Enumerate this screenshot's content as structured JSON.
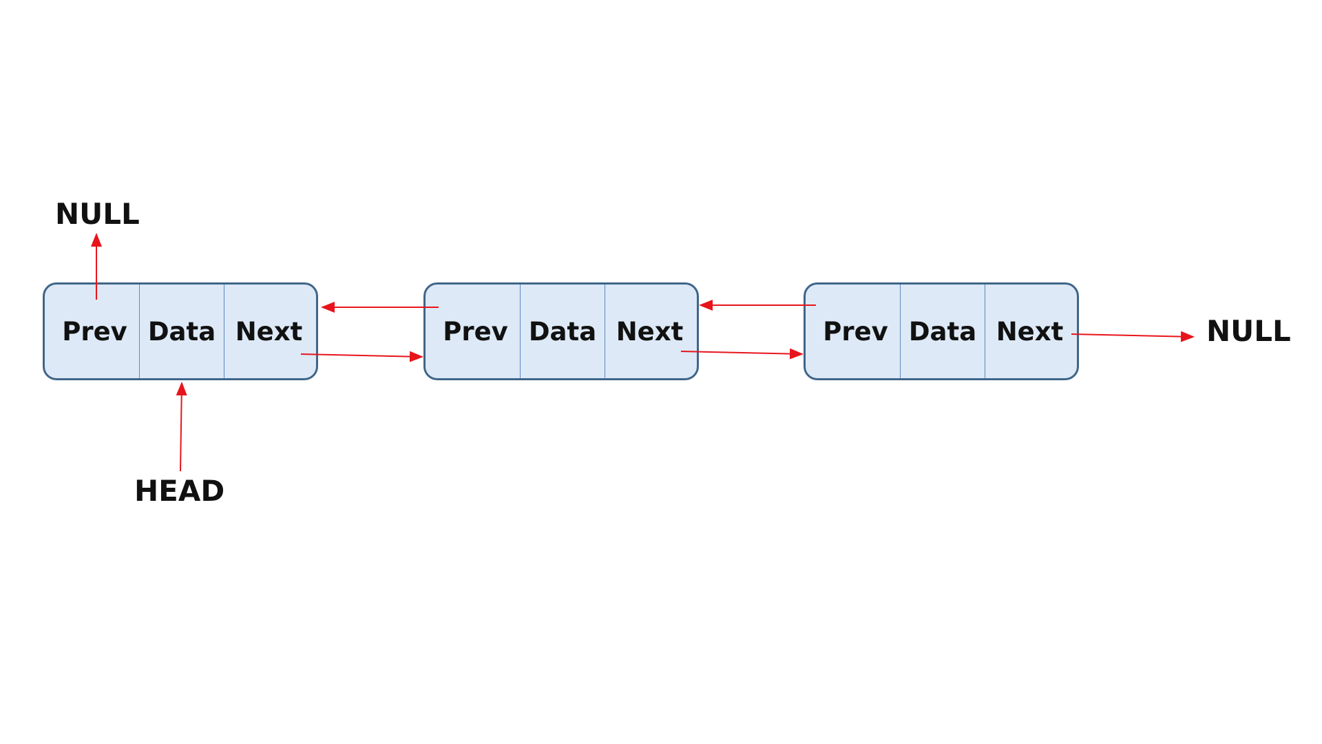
{
  "labels": {
    "null_left": "NULL",
    "null_right": "NULL",
    "head": "HEAD"
  },
  "nodes": [
    {
      "prev": "Prev",
      "data": "Data",
      "next": "Next"
    },
    {
      "prev": "Prev",
      "data": "Data",
      "next": "Next"
    },
    {
      "prev": "Prev",
      "data": "Data",
      "next": "Next"
    }
  ],
  "colors": {
    "node_fill": "#dde9f6",
    "node_border": "#3f6589",
    "divider": "#5b8ac0",
    "arrow": "#e8141b",
    "text": "#111111"
  }
}
